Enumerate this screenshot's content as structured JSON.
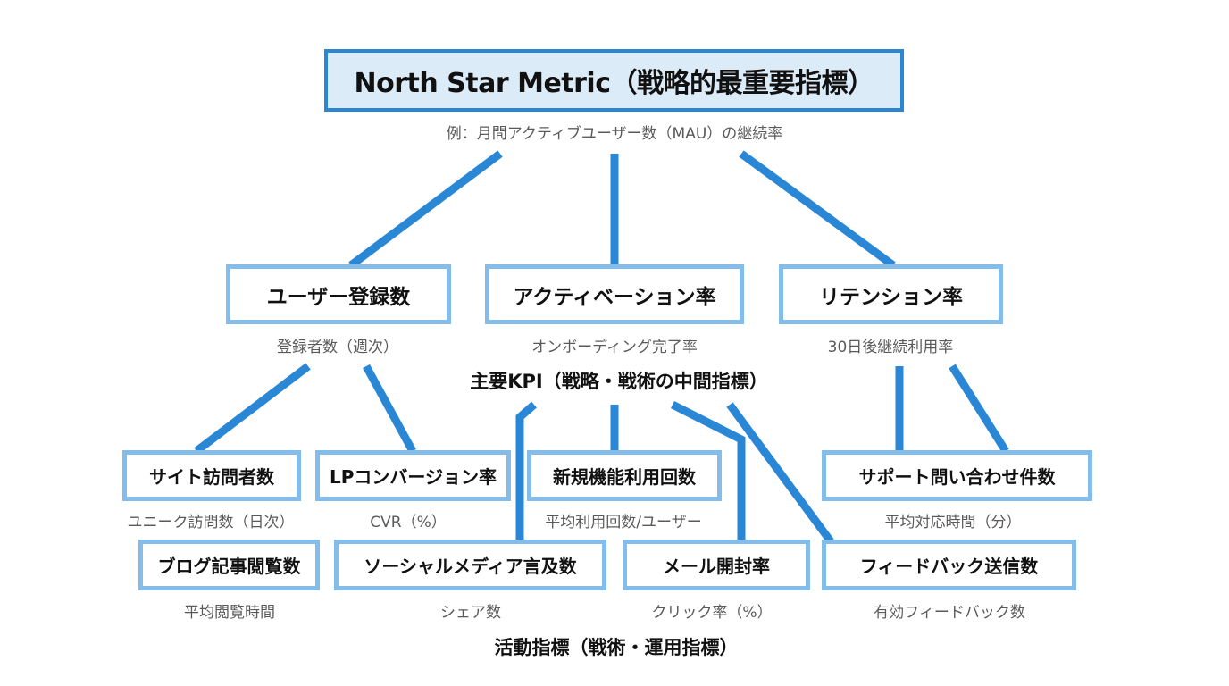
{
  "colors": {
    "connector": "#2a87d6",
    "box_border": "#84bde9",
    "top_border": "#2b87d4",
    "top_fill": "#dcebf8",
    "subtitle_text": "#5a5a5a"
  },
  "north_star": {
    "title": "North Star Metric（戦略的最重要指標）",
    "example": "例：月間アクティブユーザー数（MAU）の継続率"
  },
  "kpi_section_label": "主要KPI（戦略・戦術の中間指標）",
  "activity_section_label": "活動指標（戦術・運用指標）",
  "kpis": [
    {
      "label": "ユーザー登録数",
      "measure": "登録者数（週次）"
    },
    {
      "label": "アクティベーション率",
      "measure": "オンボーディング完了率"
    },
    {
      "label": "リテンション率",
      "measure": "30日後継続利用率"
    }
  ],
  "activities": [
    {
      "label": "サイト訪問者数",
      "measure": "ユニーク訪問数（日次）",
      "parent": "ユーザー登録数"
    },
    {
      "label": "LPコンバージョン率",
      "measure": "CVR（%）",
      "parent": "ユーザー登録数"
    },
    {
      "label": "新規機能利用回数",
      "measure": "平均利用回数/ユーザー",
      "parent": "アクティベーション率"
    },
    {
      "label": "サポート問い合わせ件数",
      "measure": "平均対応時間（分）",
      "parent": "リテンション率"
    },
    {
      "label": "ブログ記事閲覧数",
      "measure": "平均閲覧時間",
      "parent": null
    },
    {
      "label": "ソーシャルメディア言及数",
      "measure": "シェア数",
      "parent": "アクティベーション率"
    },
    {
      "label": "メール開封率",
      "measure": "クリック率（%）",
      "parent": "アクティベーション率"
    },
    {
      "label": "フィードバック送信数",
      "measure": "有効フィードバック数",
      "parent": "アクティベーション率"
    }
  ]
}
